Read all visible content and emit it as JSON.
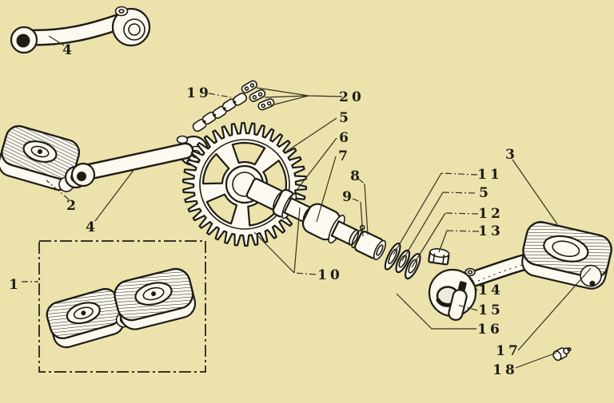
{
  "colors": {
    "paper": "#ece2ac",
    "ink": "#1e1c14",
    "part_fill": "#fcfaf0"
  },
  "callouts": {
    "c4_top": "4",
    "c19": "19",
    "c20": "20",
    "c5_a": "5",
    "c6": "6",
    "c7": "7",
    "c8": "8",
    "c9": "9",
    "c3": "3",
    "c11": "11",
    "c5_b": "5",
    "c12": "12",
    "c13": "13",
    "c2": "2",
    "c4_left": "4",
    "c10": "10",
    "c1": "1",
    "c14": "14",
    "c15": "15",
    "c16": "16",
    "c17": "17",
    "c18": "18"
  }
}
